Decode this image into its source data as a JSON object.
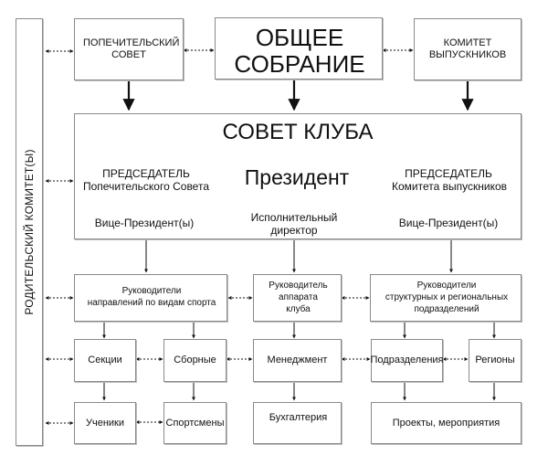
{
  "parent_committee": "РОДИТЕЛЬСКИЙ КОМИТЕТ(Ы)",
  "top": {
    "board_of_trustees": "ПОПЕЧИТЕЛЬСКИЙ СОВЕТ",
    "general_meeting_l1": "ОБЩЕЕ",
    "general_meeting_l2": "СОБРАНИЕ",
    "alumni_committee": "КОМИТЕТ ВЫПУСКНИКОВ"
  },
  "club_council": {
    "title": "СОВЕТ КЛУБА",
    "chair_trustees_l1": "ПРЕДСЕДАТЕЛЬ",
    "chair_trustees_l2": "Попечительского Совета",
    "president": "Президент",
    "chair_alumni_l1": "ПРЕДСЕДАТЕЛЬ",
    "chair_alumni_l2": "Комитета выпускников",
    "vp_left": "Вице-Президент(ы)",
    "exec_director_l1": "Исполнительный",
    "exec_director_l2": "директор",
    "vp_right": "Вице-Президент(ы)"
  },
  "managers": {
    "sports_l1": "Руководители",
    "sports_l2": "направлений по видам спорта",
    "apparatus_l1": "Руководитель",
    "apparatus_l2": "аппарата",
    "apparatus_l3": "клуба",
    "structural_l1": "Руководители",
    "structural_l2": "структурных и региональных",
    "structural_l3": "подразделений"
  },
  "units": {
    "sections": "Секции",
    "teams": "Сборные",
    "management": "Менеджмент",
    "departments": "Подразделения",
    "regions": "Регионы",
    "students": "Ученики",
    "athletes": "Спортсмены",
    "accounting": "Бухгалтерия",
    "projects": "Проекты, мероприятия"
  }
}
